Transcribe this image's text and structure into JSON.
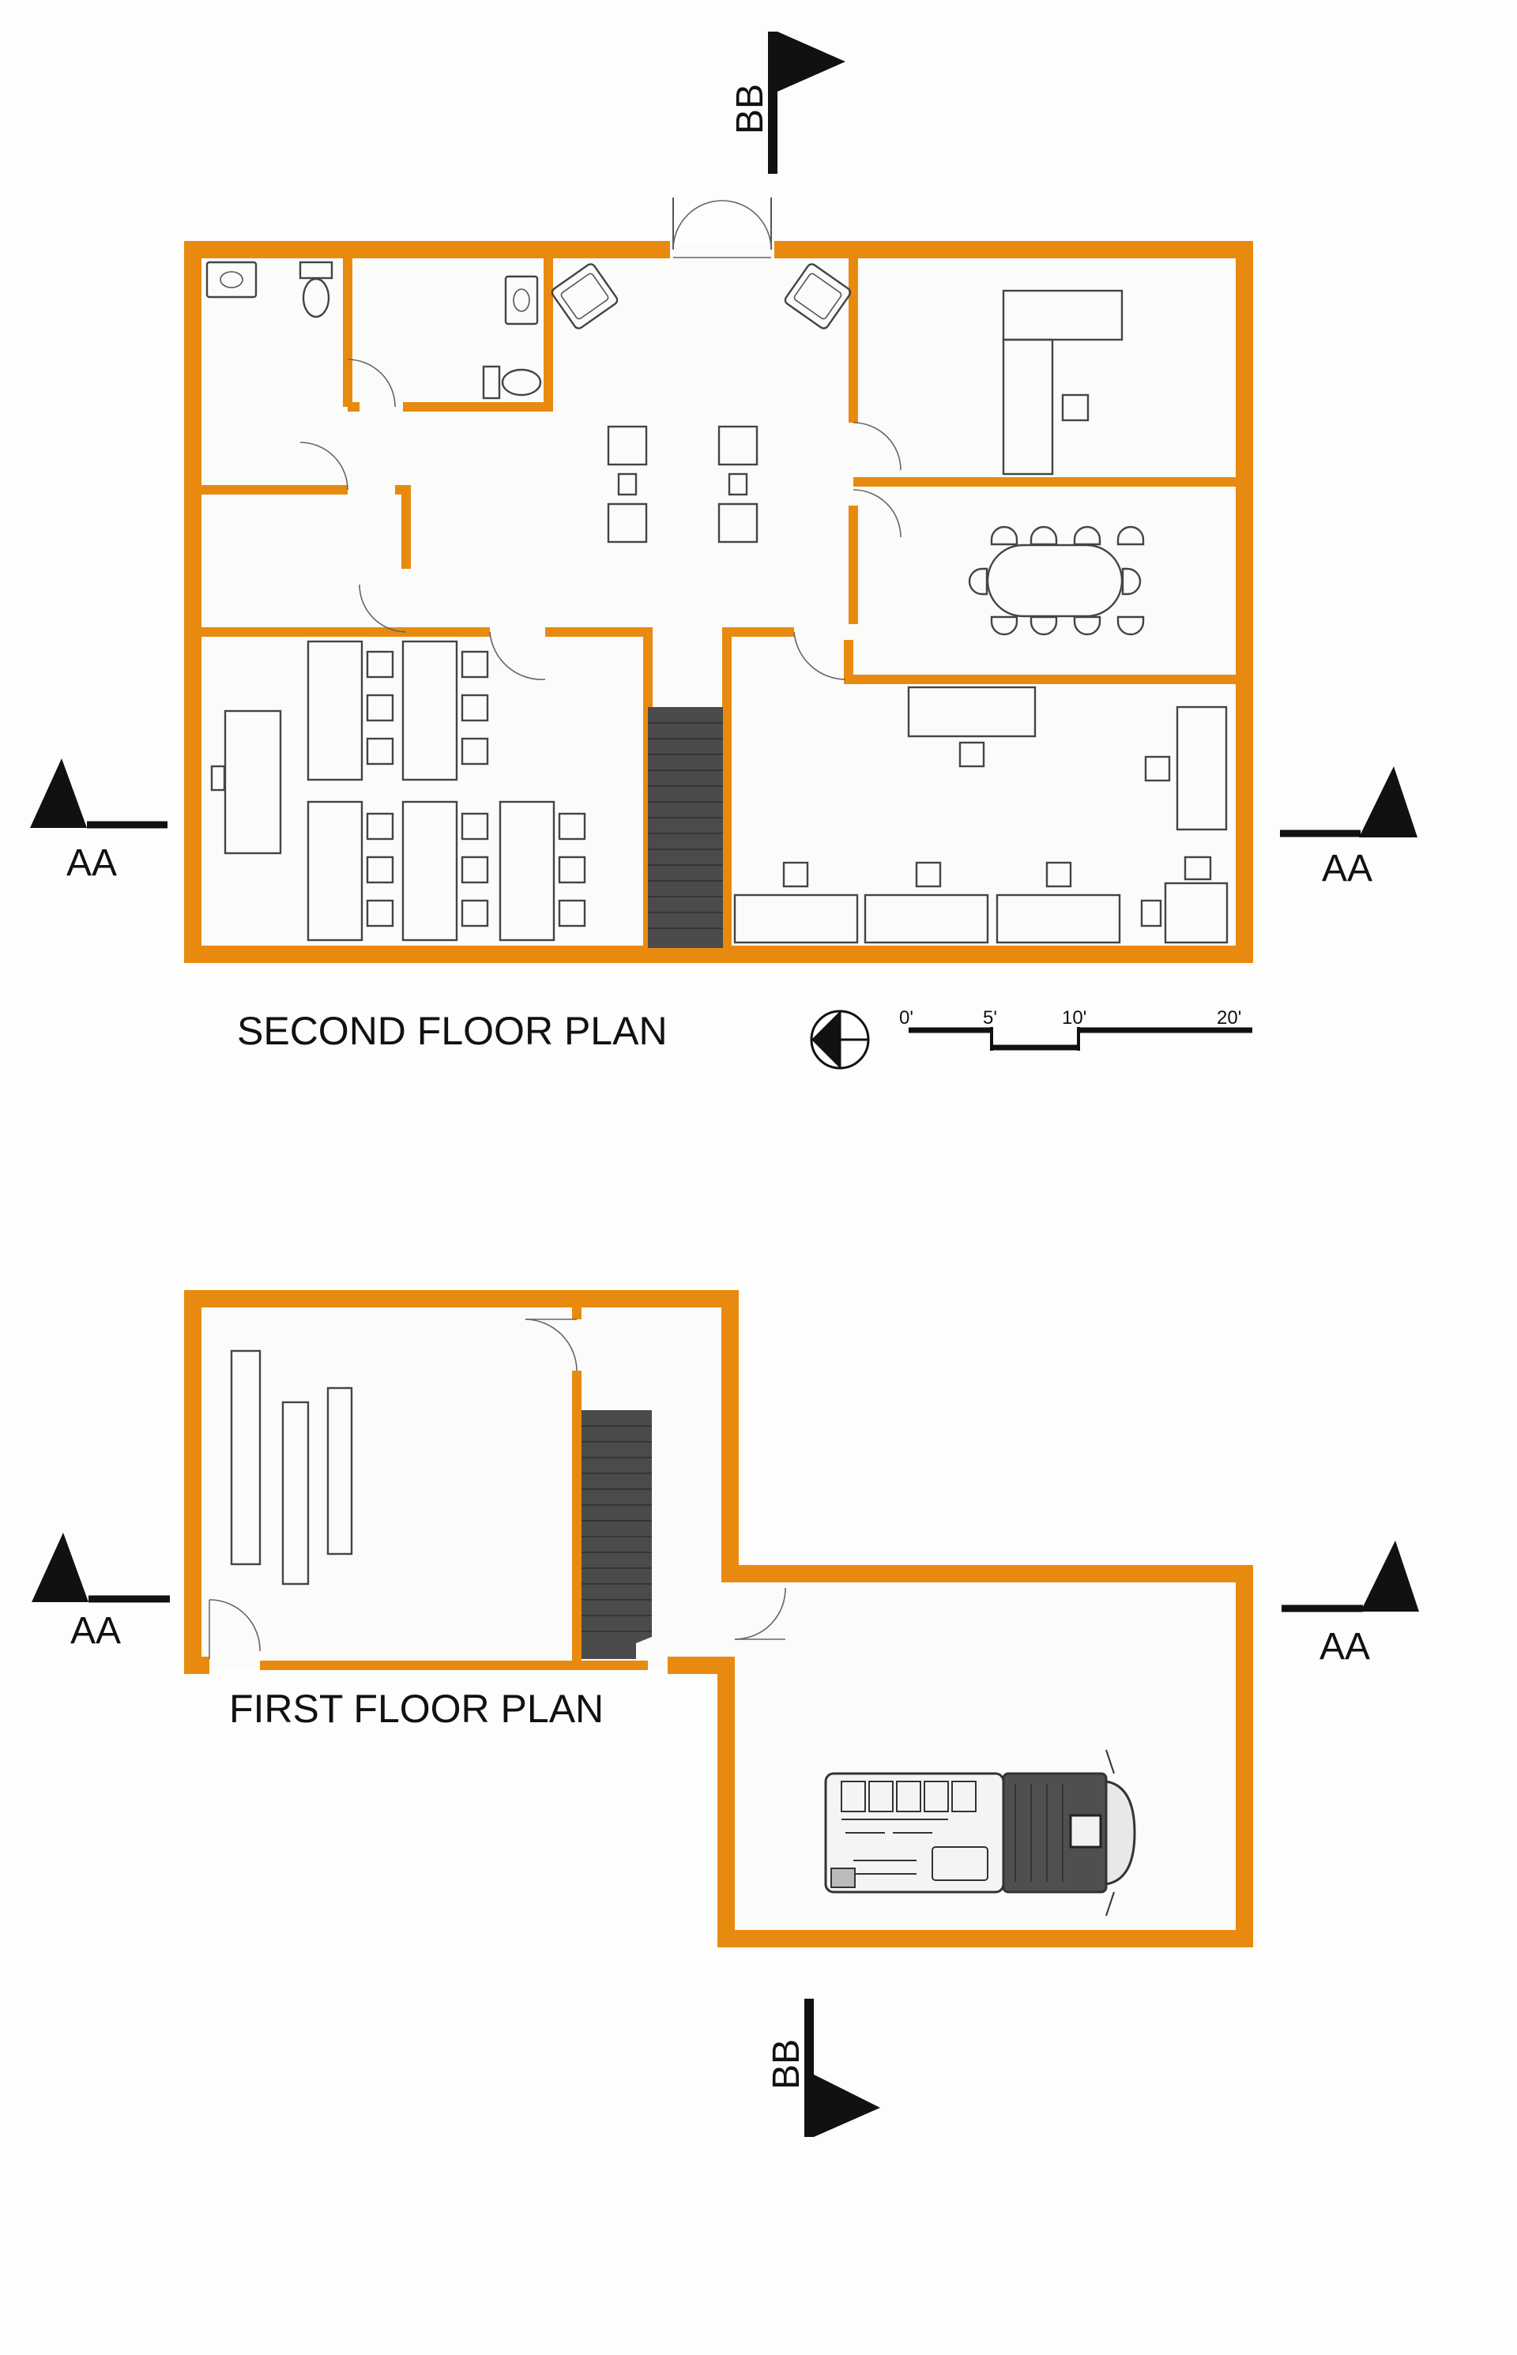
{
  "drawing": {
    "wall_color": "#e98a10",
    "stair_color": "#4b4b4b",
    "background_color": "#fdfdfc"
  },
  "second_floor": {
    "title": "SECOND FLOOR PLAN"
  },
  "first_floor": {
    "title": "FIRST FLOOR PLAN"
  },
  "section_markers": {
    "aa": "AA",
    "bb": "BB"
  },
  "scale_bar": {
    "ticks": [
      "0'",
      "5'",
      "10'",
      "20'"
    ]
  },
  "icons": {
    "north_arrow": "north-arrow-icon",
    "section_flag": "section-flag-icon",
    "vehicle": "vehicle-top-view-icon"
  }
}
